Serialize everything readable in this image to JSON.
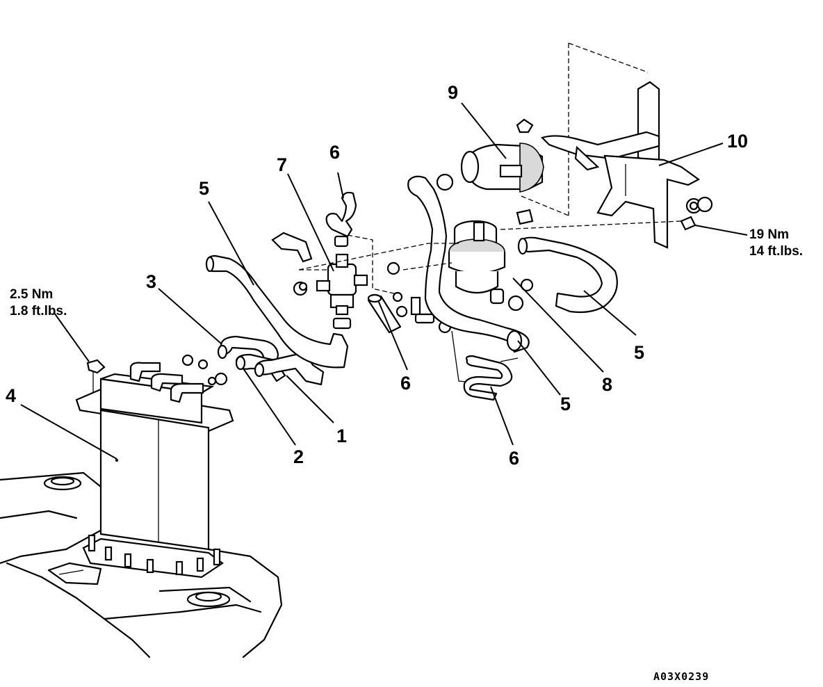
{
  "callouts": {
    "c1": "1",
    "c2": "2",
    "c3": "3",
    "c4": "4",
    "c5a": "5",
    "c5b": "5",
    "c5c": "5",
    "c6a": "6",
    "c6b": "6",
    "c6c": "6",
    "c7": "7",
    "c8": "8",
    "c9": "9",
    "c10": "10"
  },
  "torque_specs": {
    "left": {
      "line1": "2.5 Nm",
      "line2": "1.8 ft.lbs."
    },
    "right": {
      "line1": "19 Nm",
      "line2": "14 ft.lbs."
    }
  },
  "figure_id": "A03X0239"
}
